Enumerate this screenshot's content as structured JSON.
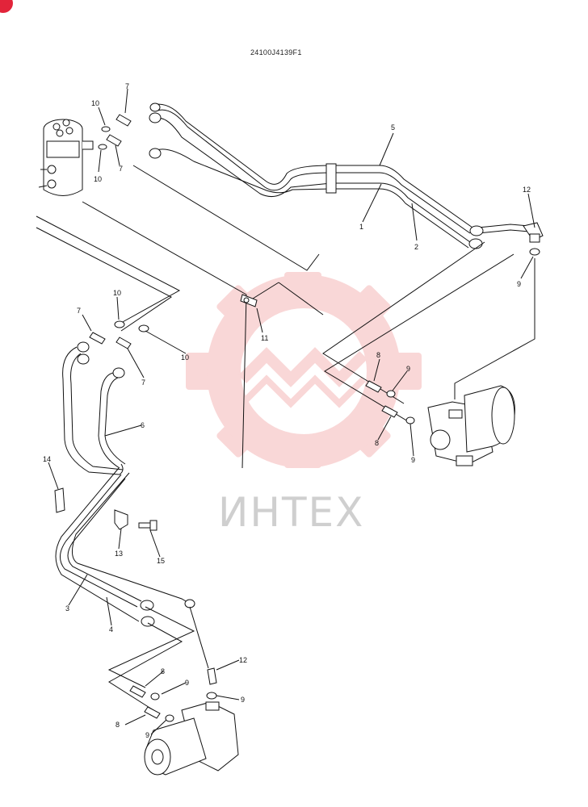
{
  "diagram": {
    "code": "24100J4139F1",
    "watermark_text": "ИНТЕХ",
    "watermark_color": "#f2a7a7",
    "callouts": [
      "1",
      "2",
      "3",
      "4",
      "5",
      "6",
      "7",
      "8",
      "9",
      "10",
      "11",
      "12",
      "13",
      "14",
      "15"
    ]
  }
}
